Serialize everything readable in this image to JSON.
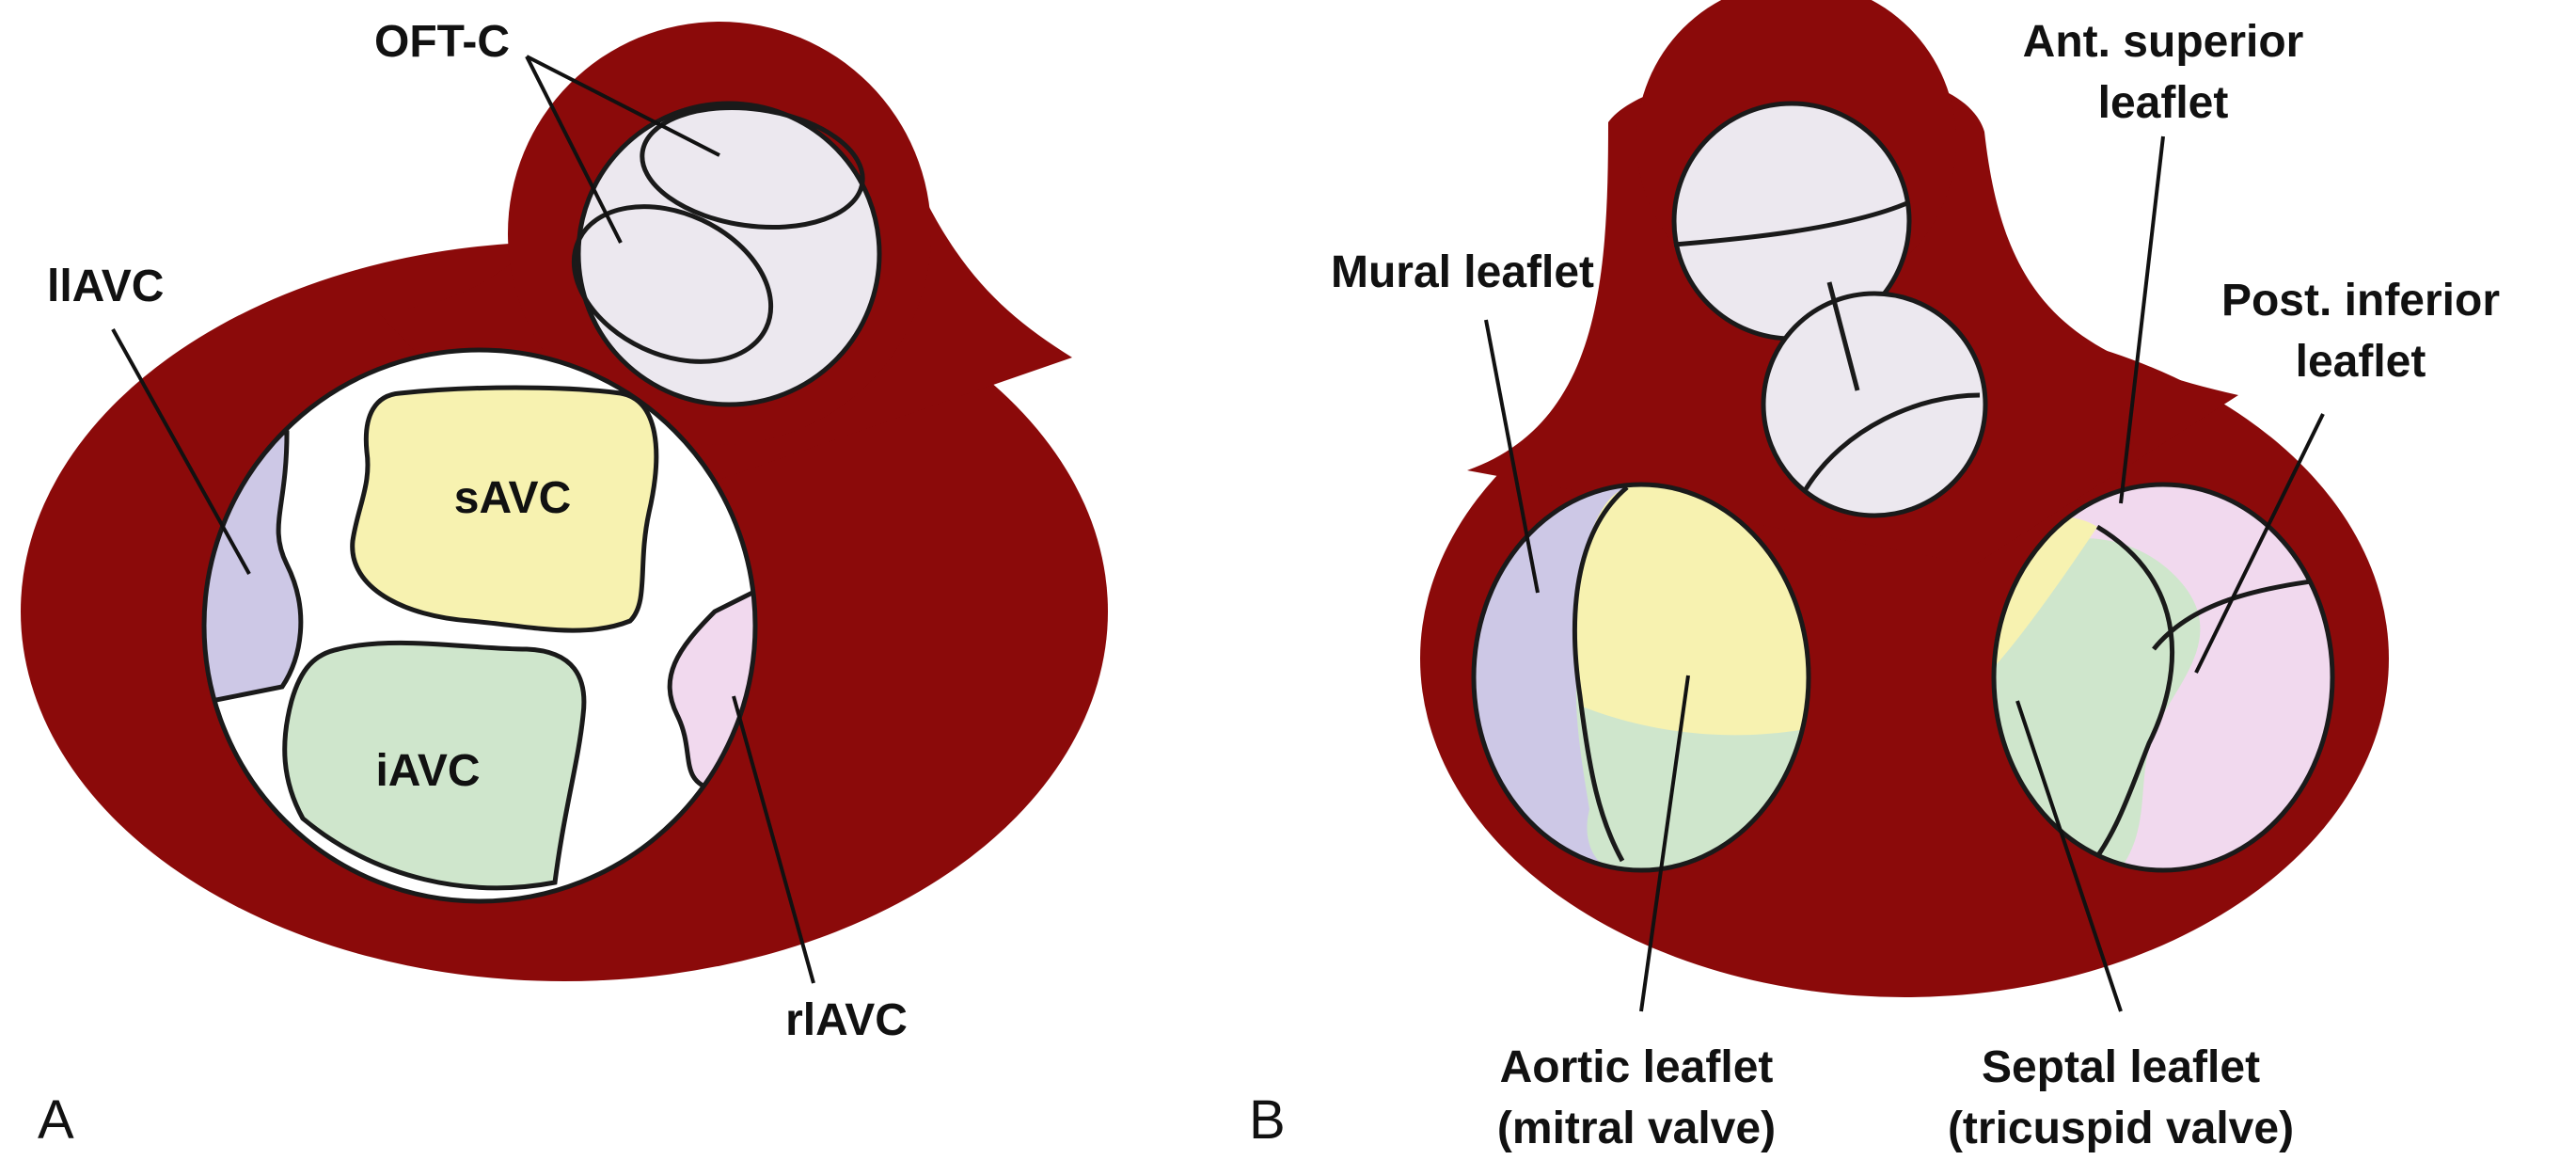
{
  "colors": {
    "tissue": "#8b0a0a",
    "outline": "#1a1a1a",
    "cushion_superior": "#f7f2b0",
    "cushion_inferior": "#cfe6cc",
    "cushion_left_lateral": "#cdc8e6",
    "cushion_right_lateral": "#f1d9ee",
    "outflow_tract": "#ece8ef",
    "lumen": "#ffffff"
  },
  "panel_a": {
    "letter": "A",
    "labels": {
      "oft_c": "OFT-C",
      "llavc": "llAVC",
      "savc": "sAVC",
      "iavc": "iAVC",
      "rlavc": "rlAVC"
    }
  },
  "panel_b": {
    "letter": "B",
    "labels": {
      "ant_superior_1": "Ant. superior",
      "ant_superior_2": "leaflet",
      "mural": "Mural leaflet",
      "post_inferior_1": "Post. inferior",
      "post_inferior_2": "leaflet",
      "aortic_1": "Aortic leaflet",
      "aortic_2": "(mitral valve)",
      "septal_1": "Septal leaflet",
      "septal_2": "(tricuspid valve)"
    }
  }
}
